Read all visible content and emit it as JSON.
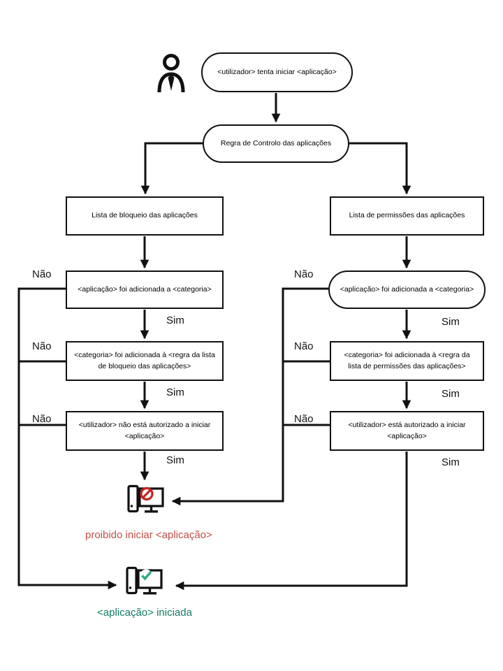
{
  "diagram": {
    "start": "<utilizador> tenta iniciar <aplicação>",
    "rule": "Regra de Controlo das aplicações",
    "left_branch": {
      "list": "Lista de bloqueio das aplicações",
      "step1": "<aplicação> foi adicionada a <categoria>",
      "step2": "<categoria> foi adicionada à <regra da lista de bloqueio das aplicações>",
      "step3": "<utilizador> não está autorizado a iniciar <aplicação>"
    },
    "right_branch": {
      "list": "Lista de permissões das aplicações",
      "step1": "<aplicação> foi adicionada a <categoria>",
      "step2": "<categoria> foi adicionada à <regra da lista de permissões das aplicações>",
      "step3": "<utilizador> está autorizado a iniciar <aplicação>"
    },
    "labels": {
      "no": "Não",
      "yes": "Sim"
    },
    "outcomes": {
      "denied": "proibido iniciar <aplicação>",
      "started": "<aplicação> iniciada"
    },
    "colors": {
      "line": "#111111",
      "denied_icon": "#c8231f",
      "denied_text": "#c15049",
      "started_icon": "#2bac79",
      "started_text": "#127a64"
    }
  }
}
